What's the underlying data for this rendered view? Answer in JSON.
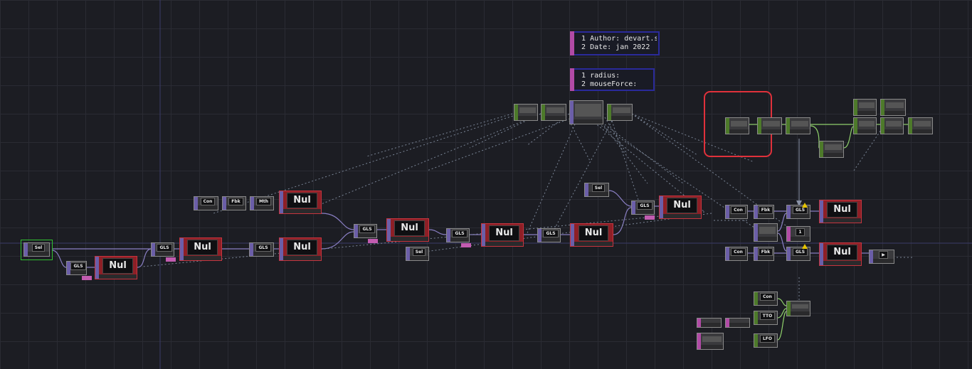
{
  "app": "TouchDesigner network editor",
  "colors": {
    "background": "#1c1d23",
    "grid": "#2a2b33",
    "null_node": "#8e1f26",
    "highlight": "#e0313b",
    "selection": "#30c030",
    "wire_top": "#8a7fc4",
    "wire_chop": "#8fd06b",
    "wire_dashed": "#7a8596"
  },
  "comments": {
    "author": [
      "Author: devart.sp",
      "Date: jan 2022"
    ],
    "params": [
      "radius:",
      "mouseForce:"
    ],
    "line_numbers": [
      "1",
      "2"
    ]
  },
  "nodes": {
    "sel_main": "Sel",
    "gls_a": "GLS",
    "nul_a": "Nul",
    "gls_b": "GLS",
    "nul_b": "Nul",
    "gls_c": "GLS",
    "nul_c": "Nul",
    "con_top": "Con",
    "fbk_top": "Fbk",
    "mth_top": "Mth",
    "nul_d": "Nul",
    "gls_d": "GLS",
    "nul_e": "Nul",
    "sel_mid": "Sel",
    "gls_e": "GLS",
    "nul_f": "Nul",
    "gls_f": "GLS",
    "nul_g": "Nul",
    "sel_upper": "Sel",
    "gls_g": "GLS",
    "nul_h": "Nul",
    "con_r1": "Con",
    "fbk_r1": "Fbk",
    "gls_r1": "GLS",
    "nul_r1": "Nul",
    "const_val": "1",
    "con_r2": "Con",
    "fbk_r2": "Fbk",
    "gls_r2": "GLS",
    "nul_r2": "Nul",
    "con_b": "Con",
    "tto_b": "TTO",
    "lfo_b": "LFO"
  },
  "icons": [
    "node-thumbnail-icon",
    "play-icon",
    "warning-icon"
  ]
}
